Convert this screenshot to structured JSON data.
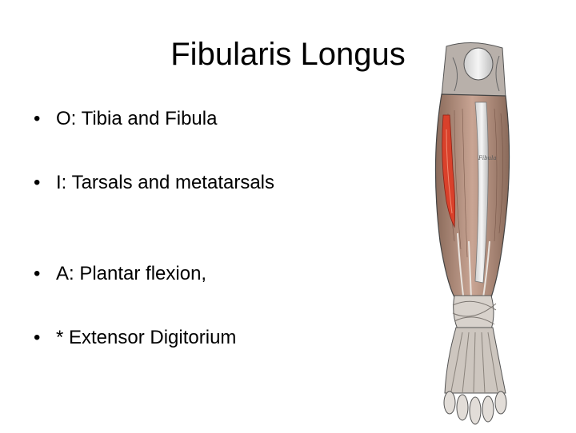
{
  "slide": {
    "title": "Fibularis Longus",
    "bullets": [
      {
        "marker": "•",
        "text": "O: Tibia and Fibula"
      },
      {
        "marker": "•",
        "text": "I: Tarsals and metatarsals"
      },
      {
        "marker": "•",
        "text": "A: Plantar flexion,"
      },
      {
        "marker": "•",
        "text": "* Extensor Digitorium"
      }
    ]
  },
  "figure": {
    "highlight_color": "#d9412b",
    "labels": {
      "fibula": "Fibula"
    }
  }
}
